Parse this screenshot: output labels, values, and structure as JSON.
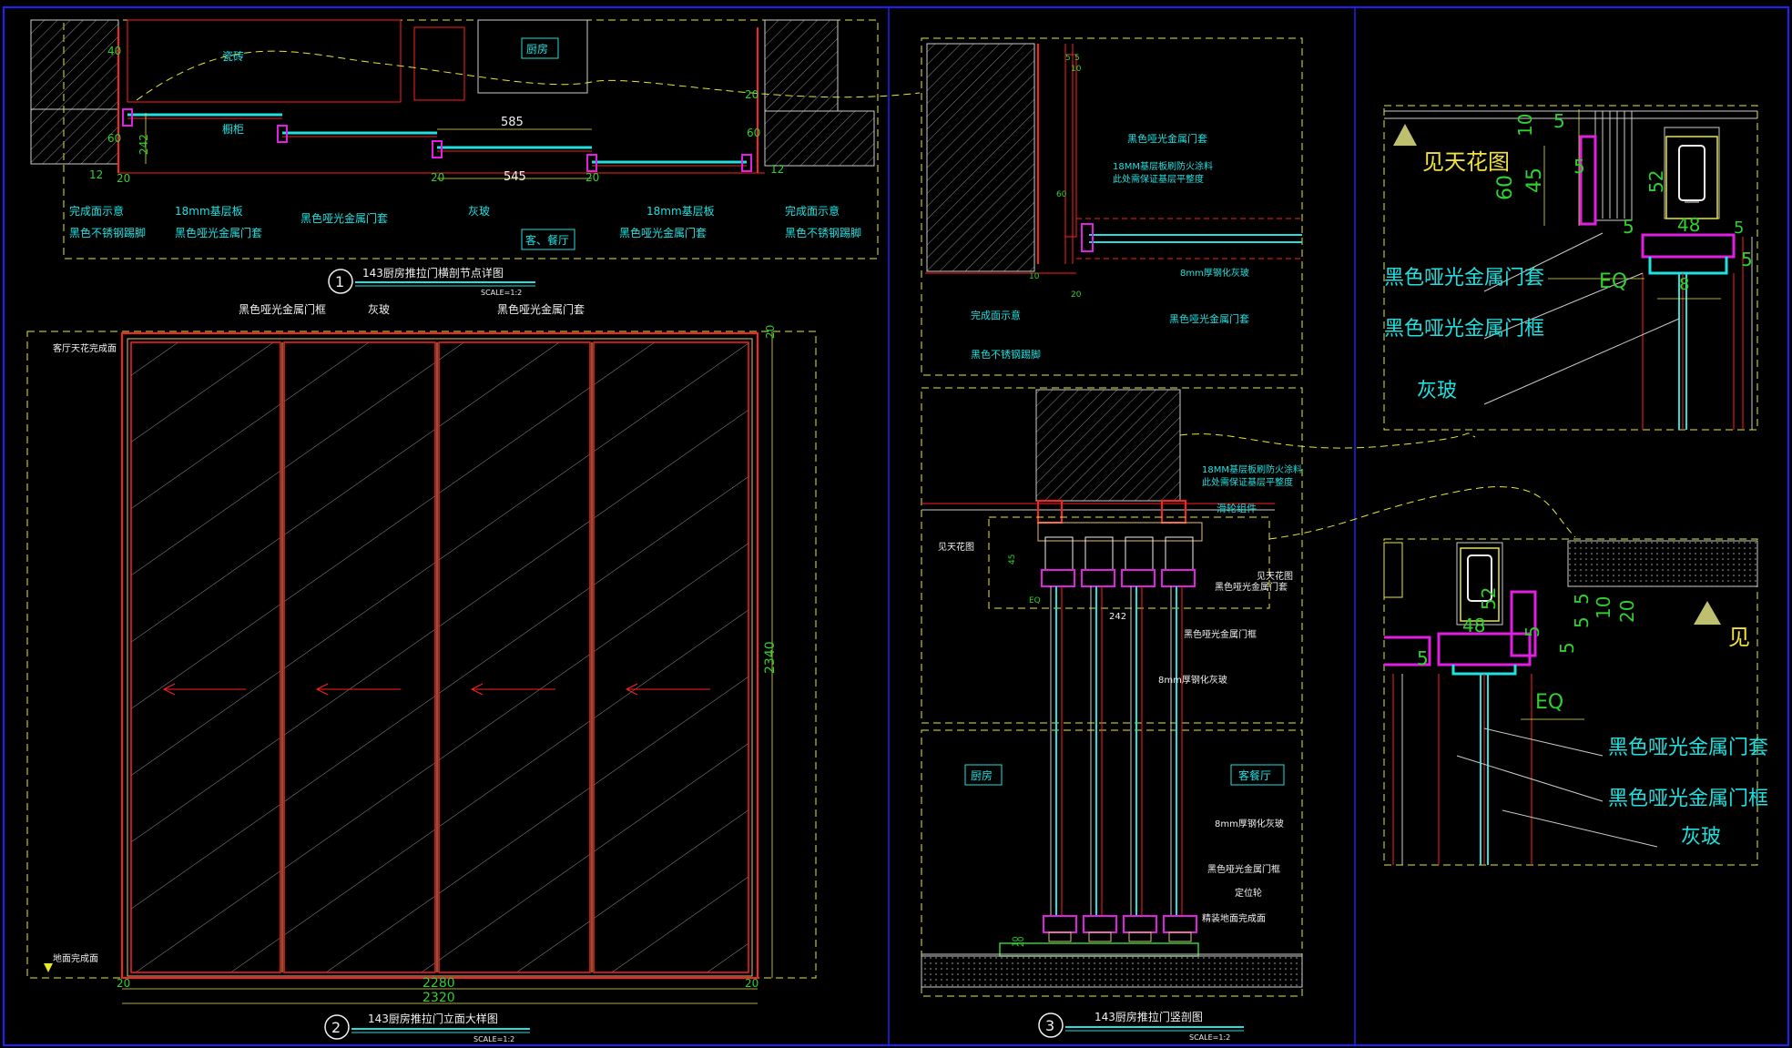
{
  "colors": {
    "bg": "#000000",
    "frame": "#2020ff",
    "dash": "#e8e830",
    "red": "#ff2020",
    "cyan": "#20e0e0",
    "green": "#30d030",
    "magenta": "#e020e0",
    "white": "#f0f0f0",
    "hatch": "#9a9a9a",
    "label": "#20e0e0"
  },
  "view1": {
    "number": "1",
    "title": "143厨房推拉门横剖节点详图",
    "scale": "SCALE=1:2",
    "room_kitchen": "厨房",
    "room_living": "客、餐厅",
    "labels": {
      "tile": "瓷砖",
      "cabinet": "橱柜",
      "finish_left": "完成面示意",
      "ss_kick_left": "黑色不锈钢踢脚",
      "base_board_left": "18mm基层板",
      "frame_left": "黑色哑光金属门套",
      "door_frame": "黑色哑光金属门套",
      "glass": "灰玻",
      "base_board_right": "18mm基层板",
      "frame_right": "黑色哑光金属门套",
      "finish_right": "完成面示意",
      "ss_kick_right": "黑色不锈钢踢脚"
    },
    "dims": {
      "d40": "40",
      "d60": "60",
      "d242": "242",
      "d12": "12",
      "d20a": "20",
      "d20b": "20",
      "d20c": "20",
      "d585": "585",
      "d545": "545",
      "d60r": "60",
      "d12r": "12"
    }
  },
  "view2": {
    "number": "2",
    "title": "143厨房推拉门立面大样图",
    "scale": "SCALE=1:2",
    "labels": {
      "door_frame": "黑色哑光金属门框",
      "glass": "灰玻",
      "door_casing": "黑色哑光金属门套",
      "ceiling": "客厅天花完成面",
      "floor": "地面完成面"
    },
    "dims": {
      "top": "20",
      "height": "2340",
      "left": "20",
      "right": "20",
      "inner": "2280",
      "total": "2320"
    }
  },
  "view3": {
    "number": "3",
    "title": "143厨房推拉门竖剖图",
    "scale": "SCALE=1:2",
    "room_kitchen": "厨房",
    "room_living": "客餐厅",
    "labels": {
      "casing_a": "黑色哑光金属门套",
      "board_a1": "18MM基层板刷防火涂料",
      "board_a2": "此处需保证基层平整度",
      "finish": "完成面示意",
      "ss_kick": "黑色不锈钢踢脚",
      "glass_a": "8mm厚钢化灰玻",
      "casing_b": "黑色哑光金属门套",
      "board_b1": "18MM基层板刷防火涂料",
      "board_b2": "此处需保证基层平整度",
      "slide": "滑轮组件",
      "see_ceiling_l": "见天花图",
      "see_ceiling_r": "见天花图",
      "casing_c": "黑色哑光金属门套",
      "frame_c": "黑色哑光金属门框",
      "glass_b": "8mm厚钢化灰玻",
      "glass_c": "8mm厚钢化灰玻",
      "frame_d": "黑色哑光金属门框",
      "guide": "定位轮",
      "floor_finish": "精装地面完成面"
    },
    "dims": {
      "d55a": "5",
      "d55b": "5",
      "d10": "10",
      "d60": "60",
      "d10b": "10",
      "d20": "20",
      "d45": "45",
      "eq": "EQ",
      "d242": "242",
      "d10c": "10",
      "d20b": "20"
    }
  },
  "detail_a": {
    "see": "见天花图",
    "casing": "黑色哑光金属门套",
    "frame": "黑色哑光金属门框",
    "glass": "灰玻",
    "dims": {
      "d5a": "5",
      "d5b": "5",
      "d10": "10",
      "d60": "60",
      "d45": "45",
      "d52": "52",
      "d48": "48",
      "d5c": "5",
      "d5d": "5",
      "eq": "EQ",
      "d8": "8",
      "d5e": "5"
    }
  },
  "detail_b": {
    "see": "见",
    "casing": "黑色哑光金属门套",
    "frame": "黑色哑光金属门框",
    "glass": "灰玻",
    "dims": {
      "d52": "52",
      "d48": "48",
      "d5a": "5",
      "d5b": "5",
      "d10": "10",
      "d20": "20",
      "d5c": "5",
      "d5d": "5",
      "d5e": "5",
      "eq": "EQ"
    }
  }
}
